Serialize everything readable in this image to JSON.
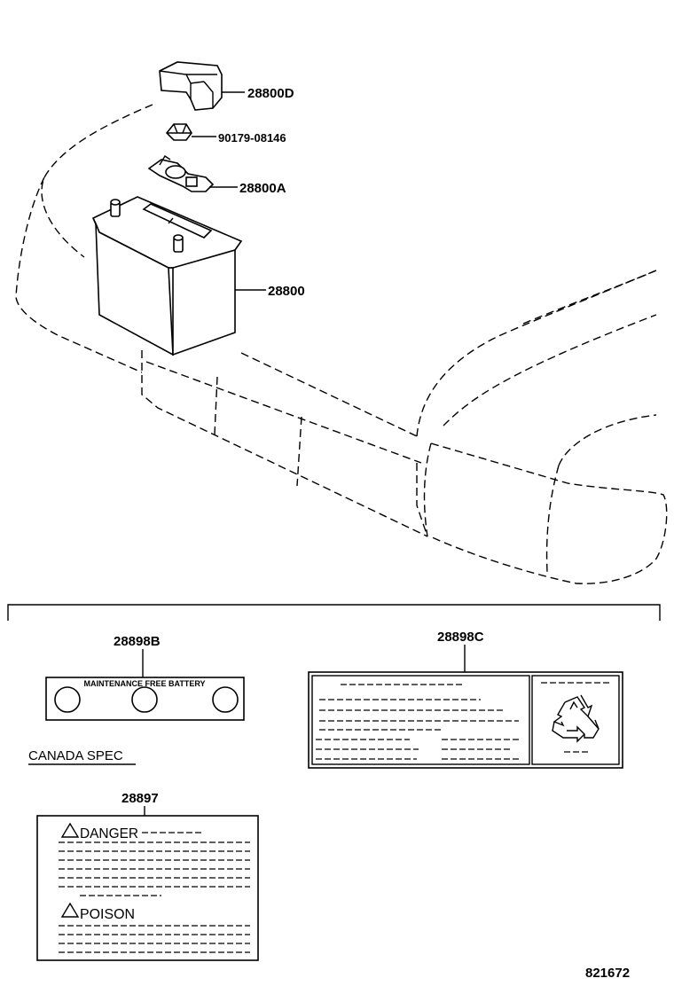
{
  "parts": {
    "cover": "28800D",
    "nut": "90179-08146",
    "clamp": "28800A",
    "battery": "28800",
    "label_b": "28898B",
    "label_c": "28898C",
    "label_danger": "28897"
  },
  "texts": {
    "maintenance_free": "MAINTENANCE FREE BATTERY",
    "canada_spec": "CANADA SPEC",
    "danger": "DANGER",
    "poison": "POISON"
  },
  "figure_number": "821672"
}
